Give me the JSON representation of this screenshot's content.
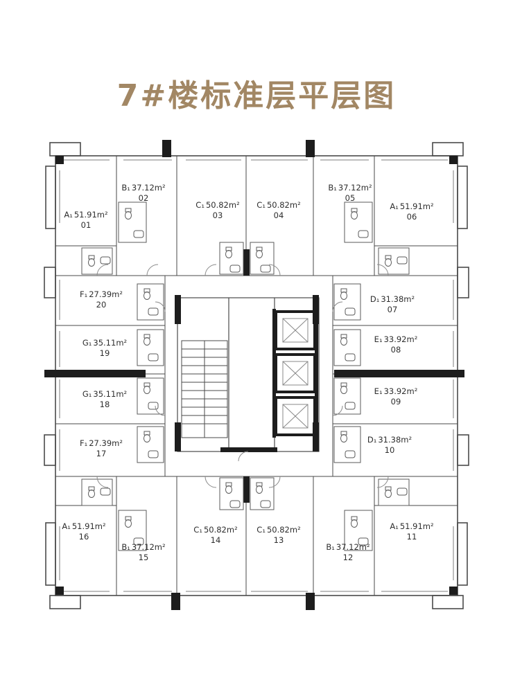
{
  "title": "7#楼标准层平层图",
  "colors": {
    "title": "#a28764",
    "wall_line": "#4a4a4a",
    "solid_wall": "#1d1d1d"
  },
  "units": [
    {
      "label": "A₁",
      "area": "51.91m²",
      "number": "01"
    },
    {
      "label": "B₁",
      "area": "37.12m²",
      "number": "02"
    },
    {
      "label": "C₁",
      "area": "50.82m²",
      "number": "03"
    },
    {
      "label": "C₁",
      "area": "50.82m²",
      "number": "04"
    },
    {
      "label": "B₁",
      "area": "37.12m²",
      "number": "05"
    },
    {
      "label": "A₁",
      "area": "51.91m²",
      "number": "06"
    },
    {
      "label": "D₁",
      "area": "31.38m²",
      "number": "07"
    },
    {
      "label": "E₁",
      "area": "33.92m²",
      "number": "08"
    },
    {
      "label": "E₁",
      "area": "33.92m²",
      "number": "09"
    },
    {
      "label": "D₁",
      "area": "31.38m²",
      "number": "10"
    },
    {
      "label": "A₁",
      "area": "51.91m²",
      "number": "11"
    },
    {
      "label": "B₁",
      "area": "37.12m²",
      "number": "12"
    },
    {
      "label": "C₁",
      "area": "50.82m²",
      "number": "13"
    },
    {
      "label": "C₁",
      "area": "50.82m²",
      "number": "14"
    },
    {
      "label": "B₁",
      "area": "37.12m²",
      "number": "15"
    },
    {
      "label": "A₁",
      "area": "51.91m²",
      "number": "16"
    },
    {
      "label": "F₁",
      "area": "27.39m²",
      "number": "17"
    },
    {
      "label": "G₁",
      "area": "35.11m²",
      "number": "18"
    },
    {
      "label": "G₁",
      "area": "35.11m²",
      "number": "19"
    },
    {
      "label": "F₁",
      "area": "27.39m²",
      "number": "20"
    }
  ]
}
